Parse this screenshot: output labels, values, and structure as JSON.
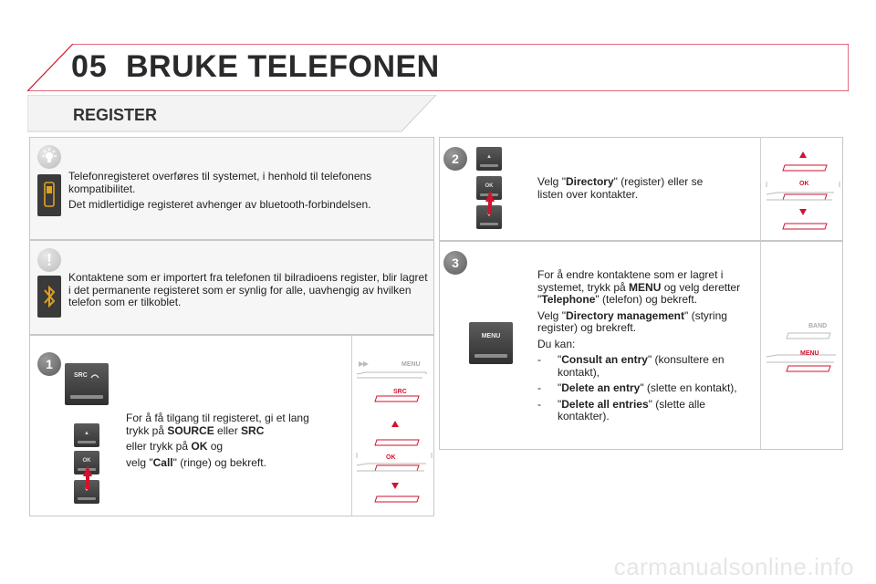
{
  "header": {
    "chapter_number": "05",
    "title": "BRUKE TELEFONEN",
    "section": "REGISTER"
  },
  "colors": {
    "accent": "#d2122e",
    "panel_border": "#c8c8c8",
    "badge": "#6a6a6a"
  },
  "note_info": {
    "icon": "lightbulb-icon",
    "device_icon": "mobile-phone-icon",
    "line1": "Telefonregisteret overføres til systemet, i henhold til telefonens kompatibilitet.",
    "line2": "Det midlertidige registeret avhenger av bluetooth-forbindelsen."
  },
  "note_warning": {
    "icon": "exclamation-icon",
    "device_icon": "bluetooth-icon",
    "text": "Kontaktene som er importert fra telefonen til bilradioens register, blir lagret i det permanente registeret som er synlig for alle, uavhengig av hvilken telefon som er tilkoblet."
  },
  "step1": {
    "number": "1",
    "line1_pre": "For å få tilgang til registeret, gi et lang trykk på ",
    "line1_key1": "SOURCE",
    "line1_mid": " eller ",
    "line1_key2": "SRC",
    "line2_pre": "eller trykk på ",
    "line2_key": "OK",
    "line2_post": " og",
    "line3_pre": "velg \"",
    "line3_key": "Call",
    "line3_post": "\" (ringe) og bekreft.",
    "key_src": "SRC",
    "key_up": "▲",
    "key_ok": "OK",
    "key_down": "▼",
    "diagram": {
      "menu": "MENU",
      "src": "SRC",
      "ok": "OK"
    }
  },
  "step2": {
    "number": "2",
    "text_pre": "Velg \"",
    "text_key": "Directory",
    "text_post": "\" (register) eller se listen over kontakter.",
    "key_up": "▲",
    "key_ok": "OK",
    "key_down": "▼",
    "diagram": {
      "ok": "OK"
    }
  },
  "step3": {
    "number": "3",
    "p1_pre": "For å endre kontaktene som er lagret i systemet, trykk på ",
    "p1_key1": "MENU",
    "p1_mid": " og velg deretter \"",
    "p1_key2": "Telephone",
    "p1_post": "\" (telefon) og bekreft.",
    "p2_pre": "Velg \"",
    "p2_key": "Directory management",
    "p2_post": "\" (styring register) og brekreft.",
    "p3": "Du kan:",
    "items": [
      {
        "dash": "-",
        "pre": "\"",
        "key": "Consult an entry",
        "post": "\" (konsultere en kontakt),"
      },
      {
        "dash": "-",
        "pre": "\"",
        "key": "Delete an entry",
        "post": "\" (slette en kontakt),"
      },
      {
        "dash": "-",
        "pre": "\"",
        "key": "Delete all entries",
        "post": "\" (slette alle kontakter)."
      }
    ],
    "key_menu": "MENU",
    "diagram": {
      "band": "BAND",
      "menu": "MENU"
    }
  },
  "watermark": "carmanualsonline.info"
}
